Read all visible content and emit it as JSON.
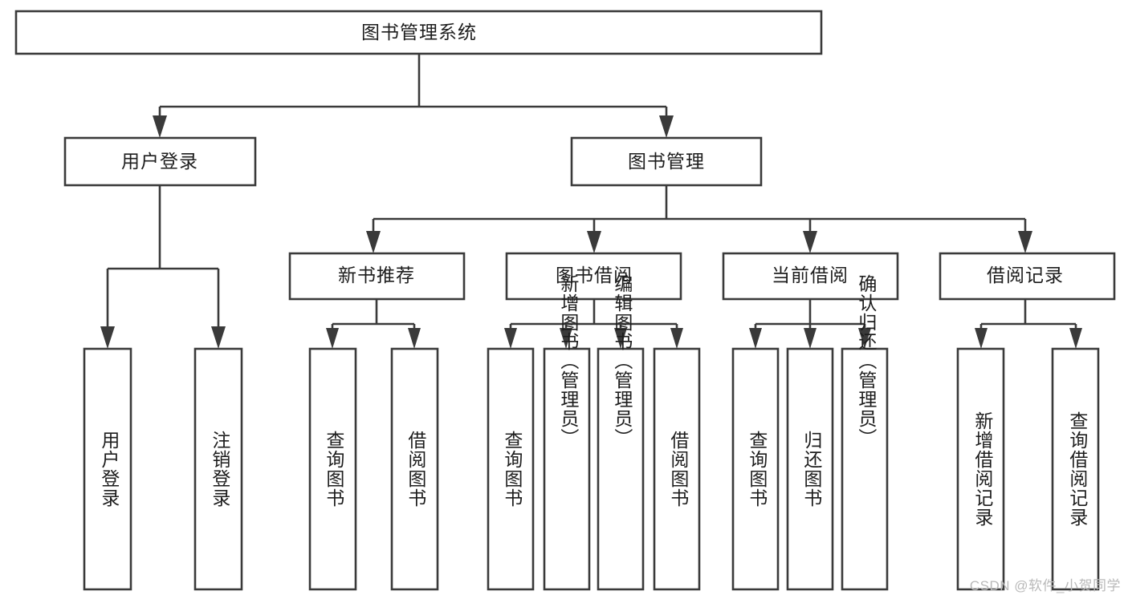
{
  "diagram": {
    "title": "图书管理系统",
    "type": "tree",
    "watermark": "CSDN @软件_小贺同学",
    "colors": {
      "stroke": "#3a3a3a",
      "fill": "#ffffff",
      "text": "#1d1d1d",
      "watermark": "#b9b9b9"
    },
    "levels": {
      "root": {
        "label": "图书管理系统"
      },
      "level2": [
        {
          "id": "user-login",
          "label": "用户登录"
        },
        {
          "id": "book-management",
          "label": "图书管理"
        }
      ],
      "level3": [
        {
          "id": "new-book-recommend",
          "label": "新书推荐"
        },
        {
          "id": "book-borrow",
          "label": "图书借阅"
        },
        {
          "id": "current-borrow",
          "label": "当前借阅"
        },
        {
          "id": "borrow-record",
          "label": "借阅记录"
        }
      ],
      "leaves": [
        {
          "id": "leaf-user-login",
          "label": "用户登录",
          "parent": "user-login"
        },
        {
          "id": "leaf-logout-login",
          "label": "注销登录",
          "parent": "user-login"
        },
        {
          "id": "leaf-query-book-1",
          "label": "查询图书",
          "parent": "new-book-recommend"
        },
        {
          "id": "leaf-borrow-book-1",
          "label": "借阅图书",
          "parent": "new-book-recommend"
        },
        {
          "id": "leaf-query-book-2",
          "label": "查询图书",
          "parent": "book-borrow"
        },
        {
          "id": "leaf-add-book-admin",
          "label": "新增图书（管理员）",
          "parent": "book-borrow"
        },
        {
          "id": "leaf-edit-book-admin",
          "label": "编辑图书（管理员）",
          "parent": "book-borrow"
        },
        {
          "id": "leaf-borrow-book-2",
          "label": "借阅图书",
          "parent": "book-borrow"
        },
        {
          "id": "leaf-query-book-3",
          "label": "查询图书",
          "parent": "current-borrow"
        },
        {
          "id": "leaf-return-book",
          "label": "归还图书",
          "parent": "current-borrow"
        },
        {
          "id": "leaf-confirm-return-admin",
          "label": "确认归还（管理员）",
          "parent": "current-borrow"
        },
        {
          "id": "leaf-add-borrow-record",
          "label": "新增借阅记录",
          "parent": "borrow-record"
        },
        {
          "id": "leaf-query-borrow-record",
          "label": "查询借阅记录",
          "parent": "borrow-record"
        }
      ]
    }
  }
}
